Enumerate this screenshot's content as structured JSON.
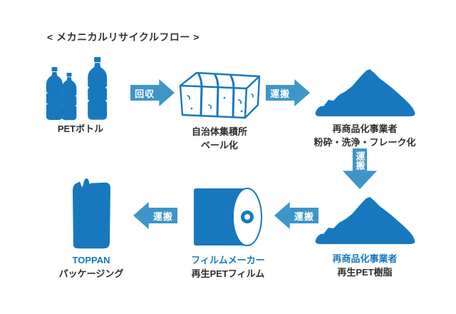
{
  "title": "< メカニカルリサイクルフロー >",
  "colors": {
    "icon_blue": "#1878be",
    "arrow_blue": "#3e95c8",
    "text_dark": "#2e2e2e",
    "text_blue": "#1878be"
  },
  "nodes": {
    "pet_bottles": {
      "line1": "PETボトル"
    },
    "bale": {
      "line1": "自治体集積所",
      "line2": "ベール化"
    },
    "flake_pile": {
      "line1": "再商品化事業者",
      "line2": "粉砕・洗浄・フレーク化"
    },
    "resin_pile": {
      "line1": "再商品化事業者",
      "line2": "再生PET樹脂"
    },
    "film_roll": {
      "line1": "フィルムメーカー",
      "line2": "再生PETフィルム"
    },
    "package": {
      "line1": "TOPPAN",
      "line2": "パッケージング"
    }
  },
  "arrows": {
    "collect": "回収",
    "transport1": "運搬",
    "transport2": "運搬",
    "transport3": "運搬",
    "transport4": "運搬"
  },
  "icons": [
    "pet-bottles-icon",
    "bale-icon",
    "flake-pile-icon",
    "resin-pile-icon",
    "film-roll-icon",
    "package-pouch-icon"
  ]
}
